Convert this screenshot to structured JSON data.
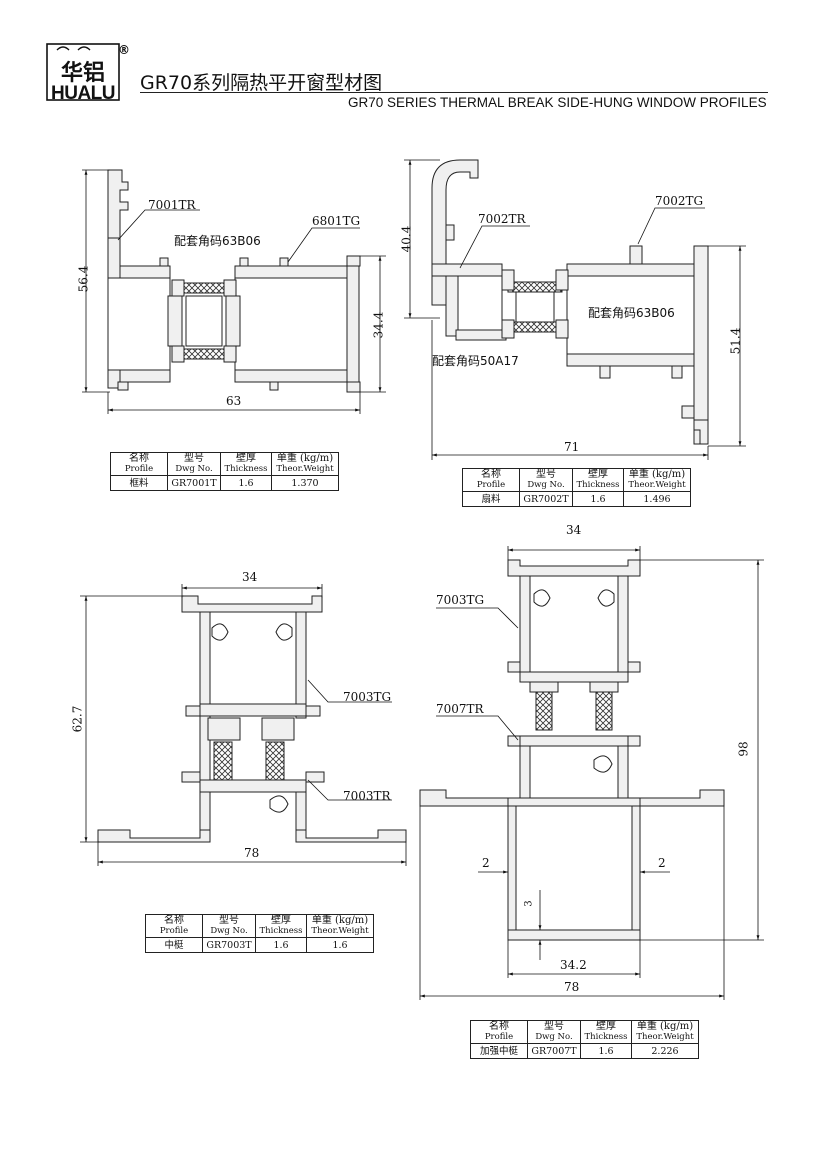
{
  "header": {
    "logo_cn": "华铝",
    "logo_en": "HUALU",
    "logo_reg": "®",
    "title_cn": "GR70系列隔热平开窗型材图",
    "title_en": "GR70 SERIES THERMAL BREAK SIDE-HUNG WINDOW PROFILES"
  },
  "table_headers": {
    "profile_cn": "名称",
    "profile_en": "Profile",
    "dwg_cn": "型号",
    "dwg_en": "Dwg No.",
    "thick_cn": "壁厚",
    "thick_en": "Thickness",
    "weight_cn": "单重 (kg/m)",
    "weight_en": "Theor.Weight"
  },
  "profiles": [
    {
      "key": "frame",
      "labels": [
        "7001TR",
        "6801TG"
      ],
      "note": "配套角码63B06",
      "dims": {
        "height": "56.4",
        "inner": "34.4",
        "width": "63"
      },
      "spec": {
        "name": "框料",
        "dwg": "GR7001T",
        "thickness": "1.6",
        "weight": "1.370"
      }
    },
    {
      "key": "sash",
      "labels": [
        "7002TR",
        "7002TG"
      ],
      "notes": [
        "配套角码63B06",
        "配套角码50A17"
      ],
      "dims": {
        "top": "40.4",
        "height": "51.4",
        "width": "71"
      },
      "spec": {
        "name": "扇料",
        "dwg": "GR7002T",
        "thickness": "1.6",
        "weight": "1.496"
      }
    },
    {
      "key": "mullion",
      "labels": [
        "7003TG",
        "7003TR"
      ],
      "dims": {
        "top": "34",
        "height": "62.7",
        "width": "78"
      },
      "spec": {
        "name": "中梃",
        "dwg": "GR7003T",
        "thickness": "1.6",
        "weight": "1.6"
      }
    },
    {
      "key": "reinforced",
      "labels": [
        "7003TG",
        "7007TR"
      ],
      "dims": {
        "top": "34",
        "height": "98",
        "wall_left": "2",
        "wall_right": "2",
        "bottom_wall": "3",
        "inner": "34.2",
        "width": "78"
      },
      "spec": {
        "name": "加强中梃",
        "dwg": "GR7007T",
        "thickness": "1.6",
        "weight": "2.226"
      }
    }
  ],
  "colors": {
    "ink": "#111111",
    "profile_fill": "#eeeeee",
    "hatch": "#333333"
  }
}
